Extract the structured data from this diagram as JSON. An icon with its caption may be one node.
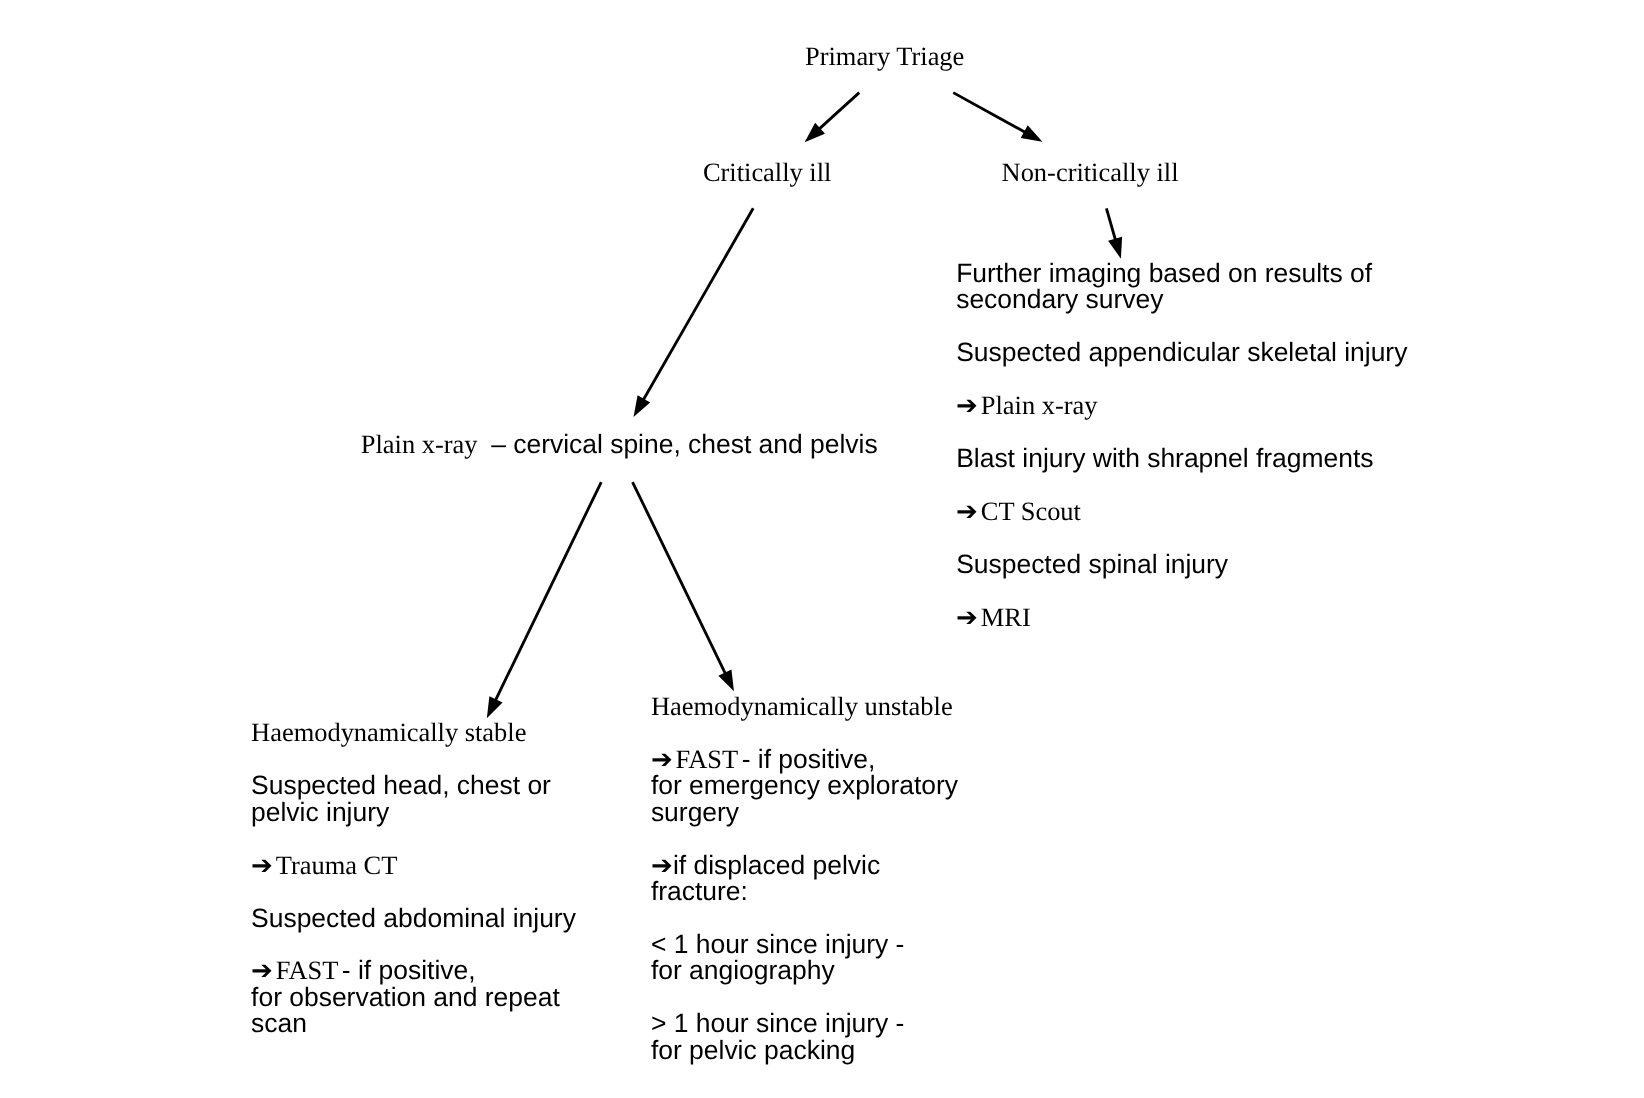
{
  "diagram": {
    "nodes": [
      {
        "text": [
          "Primary Triage"
        ]
      },
      {
        "text": [
          "Critically ill"
        ]
      },
      {
        "text": [
          "Non-critically ill"
        ]
      },
      {
        "text": [
          "**Plain x-ray** – cervical spine, chest and pelvis"
        ]
      },
      {
        "text": [
          "Further imaging based on results of secondary survey",
          "Suspected appendicular skeletal injury",
          "➔**Plain x-ray**",
          "Blast injury with shrapnel fragments",
          "➔**CT Scout**",
          "Suspected spinal injury",
          "➔**MRI**"
        ]
      },
      {
        "text": [
          "Haemodynamically stable",
          "Suspected head, chest or pelvic injury",
          "➔**Trauma CT**",
          "Suspected abdominal injury",
          "➔**FAST**- if positive, for observation and repeat scan"
        ]
      },
      {
        "text": [
          "Haemodynamically unstable",
          "➔**FAST**- if positive, for emergency exploratory surgery",
          "➔if displaced pelvic fracture:",
          "< 1 hour since injury - for angiography",
          "> 1 hour since injury - for pelvic packing"
        ]
      }
    ],
    "edges": [
      {
        "from": 0,
        "to": 1,
        "arrow": "to"
      },
      {
        "from": 0,
        "to": 2,
        "arrow": "to"
      },
      {
        "from": 1,
        "to": 3,
        "arrow": "to"
      },
      {
        "from": 2,
        "to": 4,
        "arrow": "to"
      },
      {
        "from": 3,
        "to": 5,
        "arrow": "to"
      },
      {
        "from": 3,
        "to": 6,
        "arrow": "to"
      }
    ]
  }
}
